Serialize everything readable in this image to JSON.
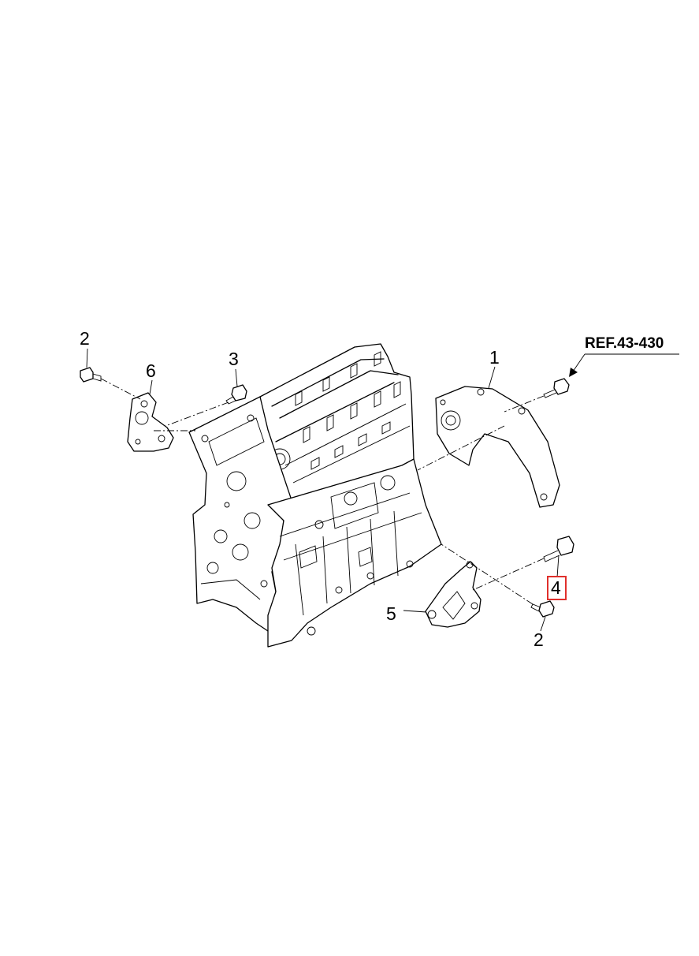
{
  "reference": {
    "label": "REF.43-430"
  },
  "callouts": [
    {
      "id": "callout-1",
      "number": "1"
    },
    {
      "id": "callout-2-top",
      "number": "2"
    },
    {
      "id": "callout-3",
      "number": "3"
    },
    {
      "id": "callout-4",
      "number": "4",
      "highlighted": true
    },
    {
      "id": "callout-5",
      "number": "5"
    },
    {
      "id": "callout-6",
      "number": "6"
    },
    {
      "id": "callout-2-bottom",
      "number": "2"
    }
  ],
  "colors": {
    "line": "#000000",
    "background": "#ffffff",
    "highlight": "#e0302c"
  }
}
